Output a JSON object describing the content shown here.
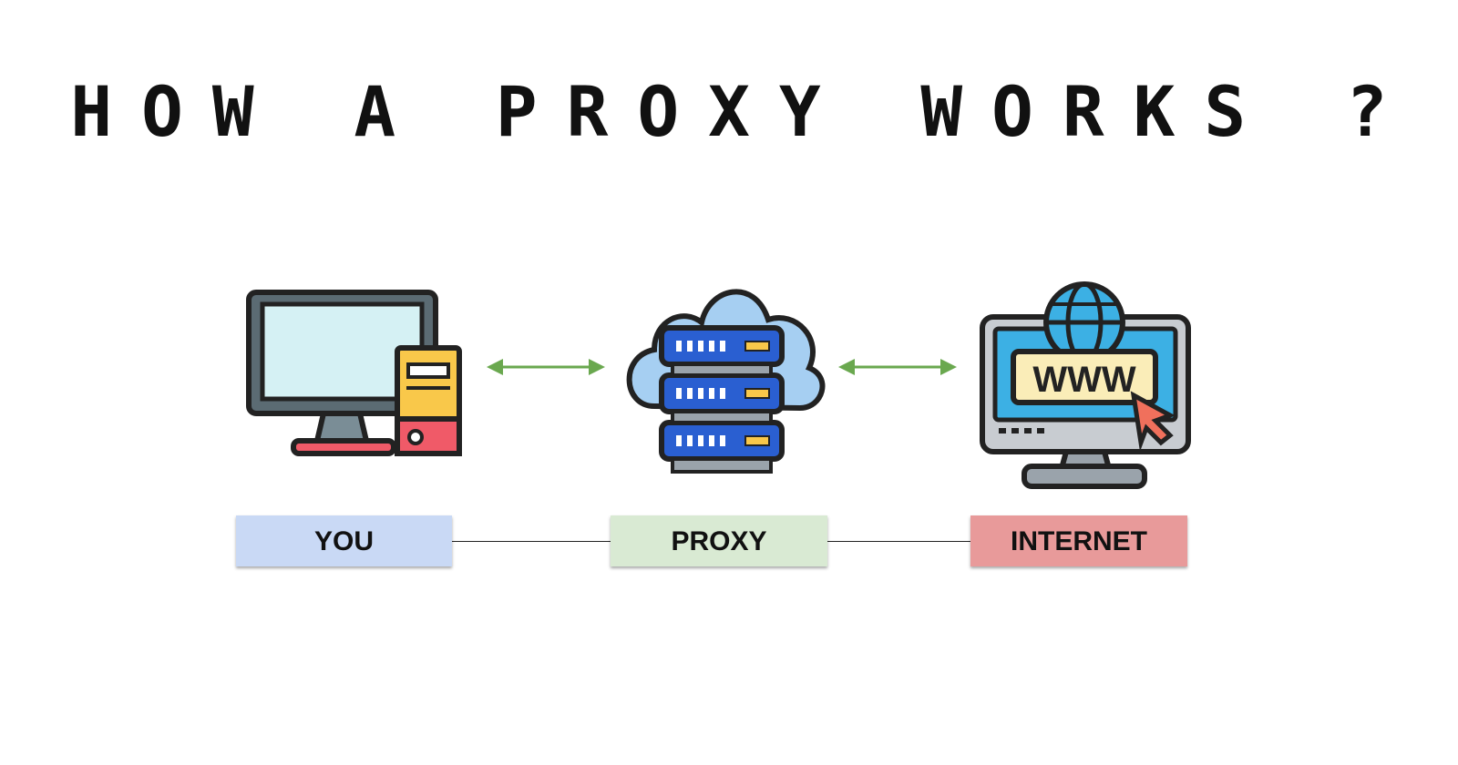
{
  "title": "HOW A PROXY WORKS ?",
  "nodes": {
    "you": {
      "label": "YOU",
      "color": "#c9d9f5"
    },
    "proxy": {
      "label": "PROXY",
      "color": "#d9ead3"
    },
    "internet": {
      "label": "INTERNET",
      "color": "#e89a9a"
    }
  },
  "icons": {
    "you": "desktop-computer-icon",
    "proxy": "cloud-server-icon",
    "internet": "www-monitor-icon"
  },
  "browser_text": "WWW",
  "colors": {
    "arrow": "#6aa84f",
    "outline": "#222222"
  }
}
